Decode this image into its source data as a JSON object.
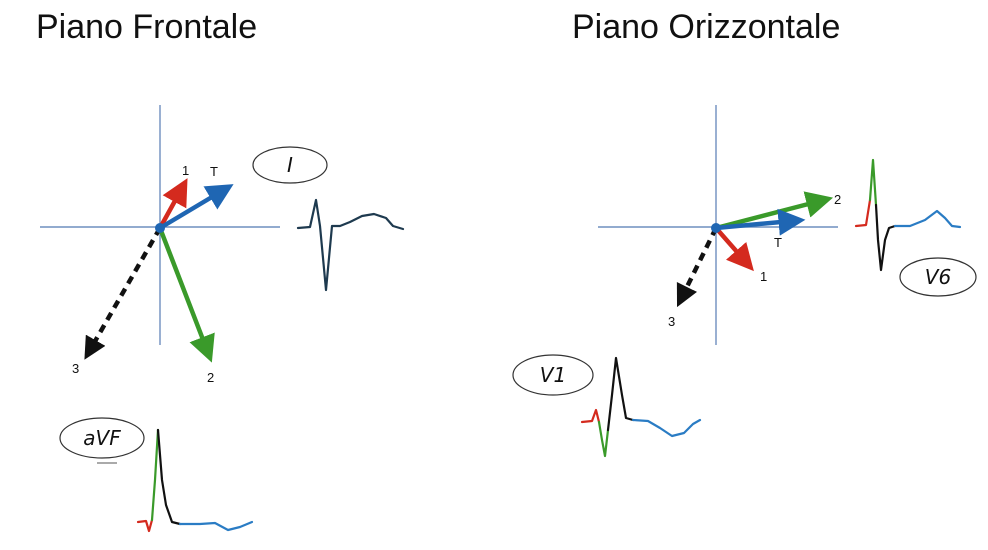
{
  "titles": {
    "frontal": "Piano Frontale",
    "horizontal": "Piano Orizzontale"
  },
  "frontal": {
    "vectors": {
      "v1": "1",
      "vT": "T",
      "v2": "2",
      "v3": "3"
    },
    "leads": {
      "lead_I": "I",
      "lead_aVF": "aVF"
    }
  },
  "horizontal": {
    "vectors": {
      "v1": "1",
      "vT": "T",
      "v2": "2",
      "v3": "3"
    },
    "leads": {
      "lead_V6": "V6",
      "lead_V1": "V1"
    }
  },
  "colors": {
    "vector_1": "#d42a1e",
    "vector_2": "#3a9a2a",
    "vector_3": "#111111",
    "vector_T": "#1f66b3",
    "axis": "#6f8fbf",
    "trace_dark": "#1e3a4f",
    "trace_blue": "#2a7cc4"
  }
}
